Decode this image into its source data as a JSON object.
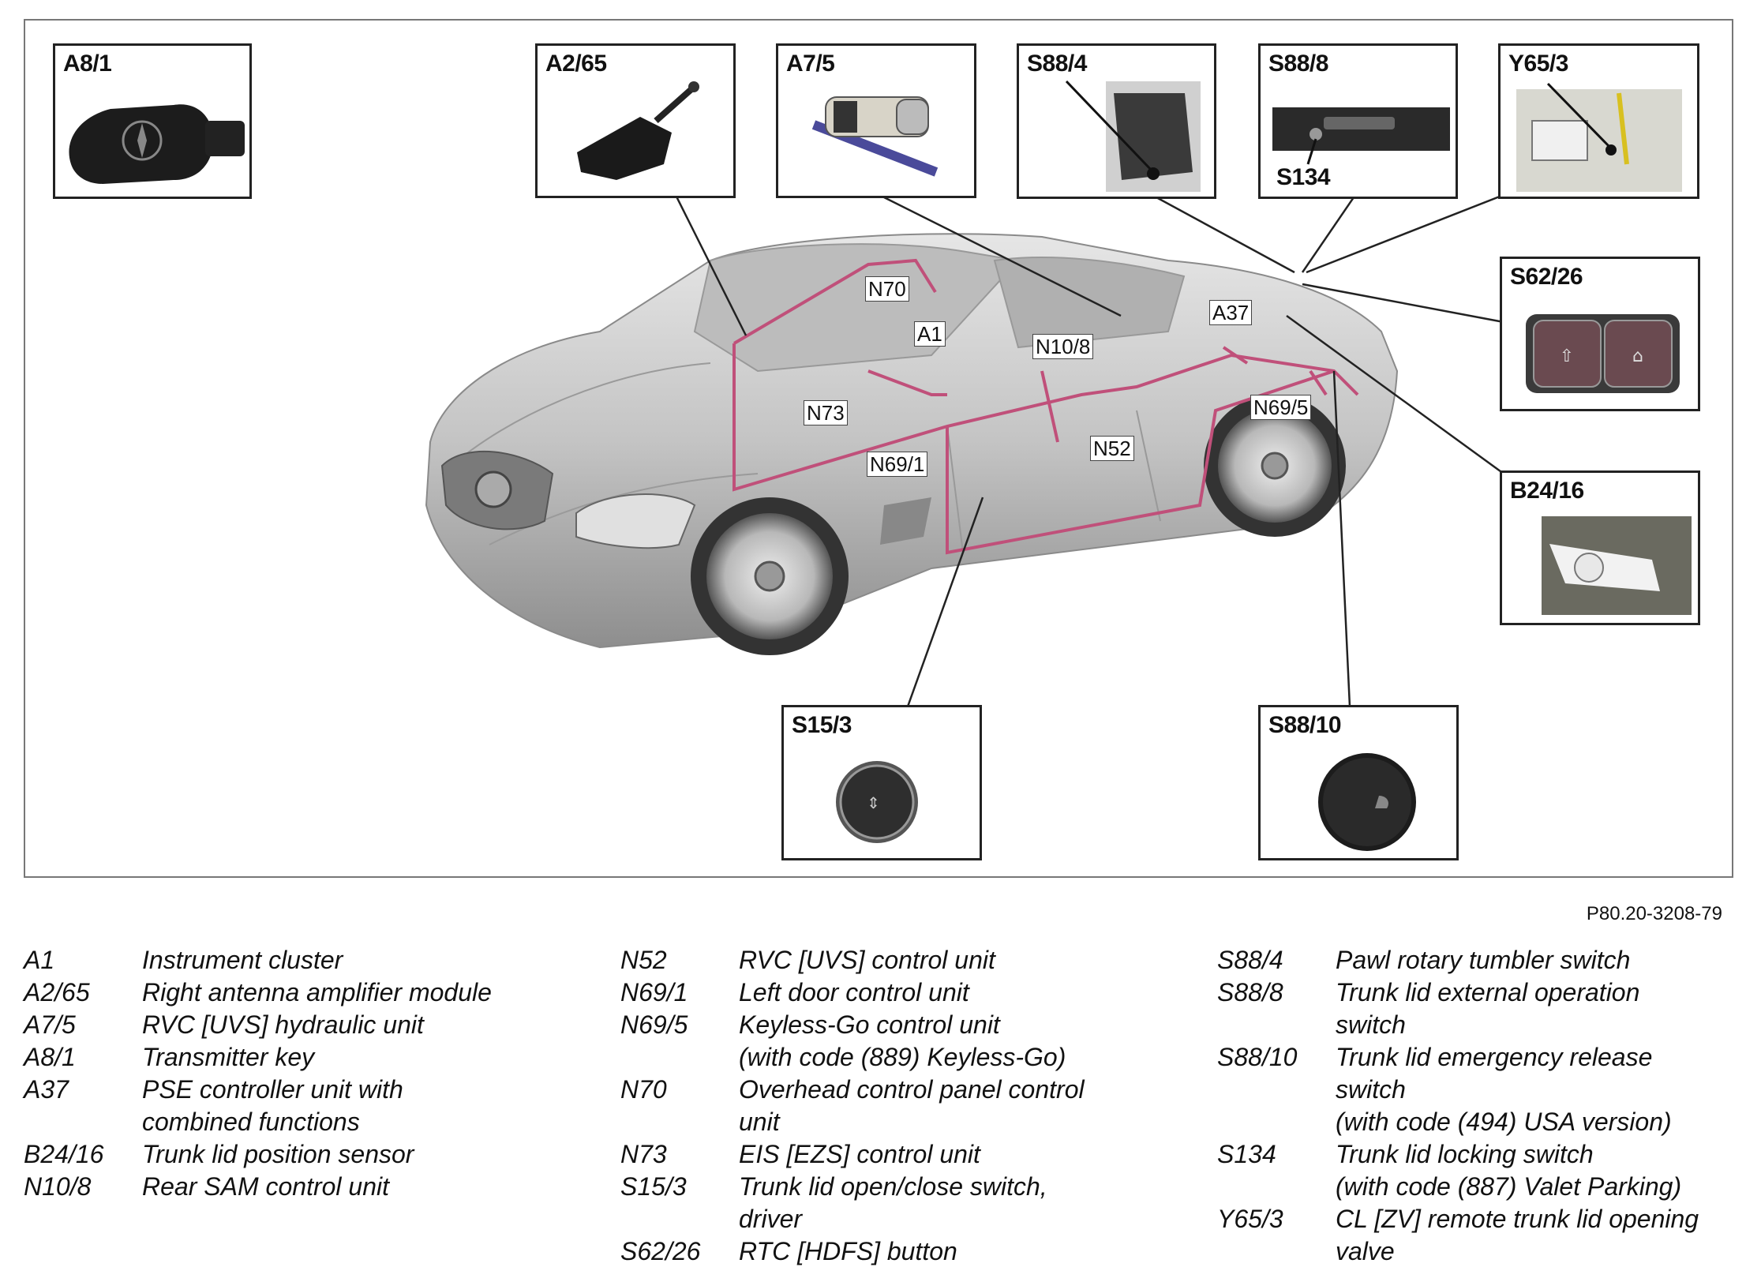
{
  "diagram": {
    "document_id": "P80.20-3208-79",
    "callouts": {
      "a8_1": "A8/1",
      "a2_65": "A2/65",
      "a7_5": "A7/5",
      "s88_4": "S88/4",
      "s88_8": "S88/8",
      "s134": "S134",
      "y65_3": "Y65/3",
      "s62_26": "S62/26",
      "b24_16": "B24/16",
      "s15_3": "S15/3",
      "s88_10": "S88/10"
    },
    "car_tags": {
      "n70": "N70",
      "a1": "A1",
      "n10_8": "N10/8",
      "a37": "A37",
      "n73": "N73",
      "n69_5": "N69/5",
      "n52": "N52",
      "n69_1": "N69/1"
    },
    "colors": {
      "wiring": "#c0507a",
      "car_body": "#c8c8c8",
      "frame": "#777777"
    }
  },
  "legend": {
    "col1": [
      {
        "code": "A1",
        "desc": "Instrument cluster"
      },
      {
        "code": "A2/65",
        "desc": "Right antenna amplifier module"
      },
      {
        "code": "A7/5",
        "desc": "RVC [UVS] hydraulic unit"
      },
      {
        "code": "A8/1",
        "desc": "Transmitter key"
      },
      {
        "code": "A37",
        "desc": "PSE controller unit with\ncombined functions"
      },
      {
        "code": "B24/16",
        "desc": "Trunk lid position sensor"
      },
      {
        "code": "N10/8",
        "desc": "Rear SAM control unit"
      }
    ],
    "col2": [
      {
        "code": "N52",
        "desc": "RVC [UVS] control unit"
      },
      {
        "code": "N69/1",
        "desc": "Left door control unit"
      },
      {
        "code": "N69/5",
        "desc": "Keyless-Go control unit\n(with code (889) Keyless-Go)"
      },
      {
        "code": "N70",
        "desc": "Overhead control panel control\nunit"
      },
      {
        "code": "N73",
        "desc": "EIS [EZS] control unit"
      },
      {
        "code": "S15/3",
        "desc": "Trunk lid open/close switch,\ndriver"
      },
      {
        "code": "S62/26",
        "desc": "RTC [HDFS] button"
      }
    ],
    "col3": [
      {
        "code": "S88/4",
        "desc": "Pawl rotary tumbler switch"
      },
      {
        "code": "S88/8",
        "desc": "Trunk lid external operation\nswitch"
      },
      {
        "code": "S88/10",
        "desc": "Trunk lid emergency release\nswitch\n(with code (494) USA version)"
      },
      {
        "code": "S134",
        "desc": "Trunk lid locking switch\n(with code (887)  Valet Parking)"
      },
      {
        "code": "Y65/3",
        "desc": "CL [ZV] remote trunk lid opening\nvalve"
      }
    ]
  }
}
